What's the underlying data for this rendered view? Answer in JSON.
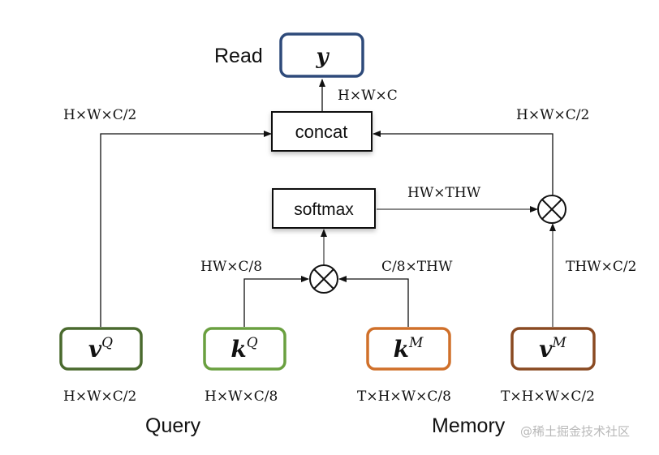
{
  "diagram": {
    "group_labels": {
      "read": "Read",
      "query": "Query",
      "memory": "Memory"
    },
    "nodes": {
      "y": {
        "base": "y",
        "sup": "",
        "color": "#2e4a7a"
      },
      "vQ": {
        "base": "v",
        "sup": "Q",
        "color": "#4a6a2e"
      },
      "kQ": {
        "base": "k",
        "sup": "Q",
        "color": "#6aa040"
      },
      "kM": {
        "base": "k",
        "sup": "M",
        "color": "#d0702a"
      },
      "vM": {
        "base": "v",
        "sup": "M",
        "color": "#8a4a22"
      }
    },
    "ops": {
      "concat": "concat",
      "softmax": "softmax"
    },
    "edge_labels": {
      "concat_to_y": "H×W×C",
      "vQ_to_concat": "H×W×C/2",
      "mult_to_concat": "H×W×C/2",
      "softmax_to_mult": "HW×THW",
      "kQ_to_mult": "HW×C/8",
      "kM_to_mult": "C/8×THW",
      "vM_to_mult": "THW×C/2"
    },
    "node_dims": {
      "vQ": "H×W×C/2",
      "kQ": "H×W×C/8",
      "kM": "T×H×W×C/8",
      "vM": "T×H×W×C/2"
    },
    "watermark": "@稀土掘金技术社区"
  }
}
